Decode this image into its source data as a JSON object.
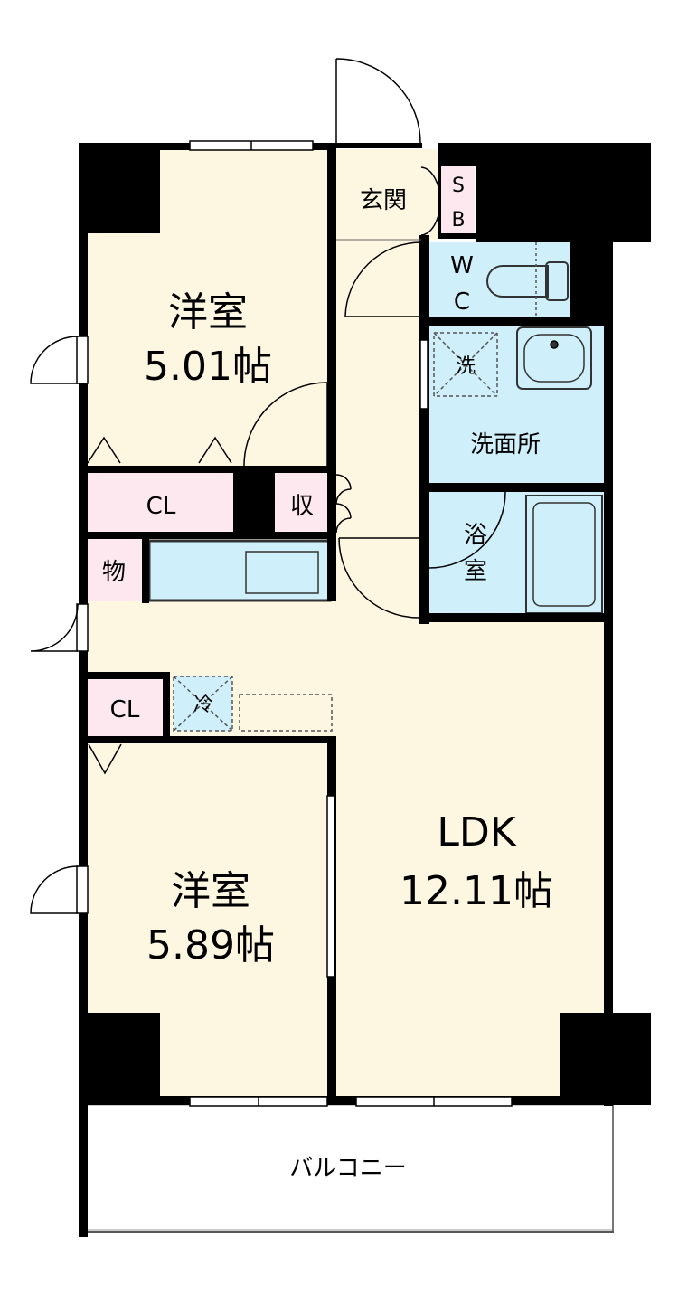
{
  "rooms": {
    "western_room_1": {
      "name": "洋室",
      "size": "5.01帖"
    },
    "western_room_2": {
      "name": "洋室",
      "size": "5.89帖"
    },
    "ldk": {
      "name": "LDK",
      "size": "12.11帖"
    },
    "entrance": "玄関",
    "shoe_box": [
      "S",
      "B"
    ],
    "toilet": [
      "W",
      "C"
    ],
    "washroom": "洗面所",
    "washer": "洗",
    "bathroom": [
      "浴",
      "室"
    ],
    "closet_1": "CL",
    "closet_2": "CL",
    "storage": "収",
    "storeroom": "物",
    "fridge": "冷",
    "balcony": "バルコニー"
  },
  "colors": {
    "room_floor": "#fdf6e0",
    "wet_area": "#cfeffa",
    "closet": "#fce8ee",
    "wall": "#000000",
    "balcony": "#ffffff"
  }
}
